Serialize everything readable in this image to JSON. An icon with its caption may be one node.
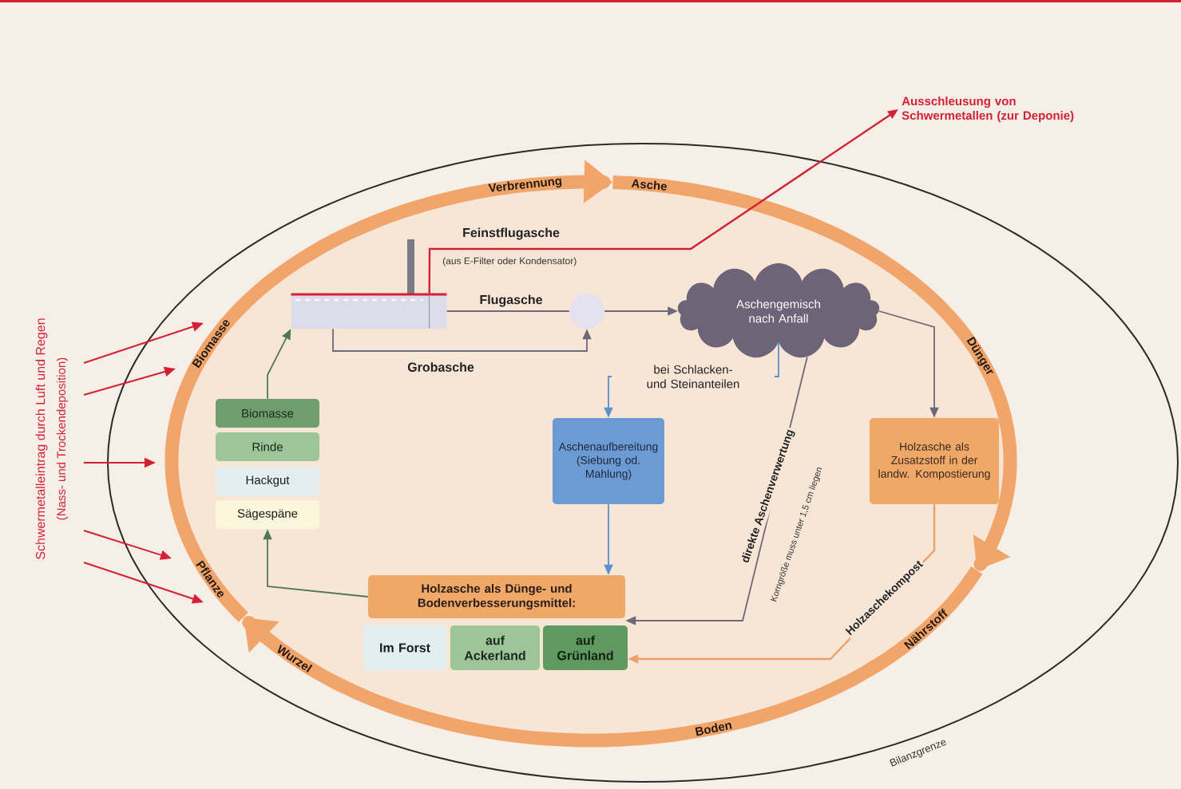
{
  "diagram": {
    "nodes": [
      {
        "text": [],
        "shape": "box"
      },
      {
        "text": [
          "Ausschleusung von Schwermetallen (zur Deponie)"
        ]
      },
      {
        "text": [],
        "shape": "circle"
      },
      {
        "text": [
          "Aschengemisch nach Anfall"
        ]
      },
      {
        "text": [
          "Aschenaufbereitung (Siebung od. Mahlung)"
        ]
      },
      {
        "text": [
          "Holzasche als Zusatzstoff in der landw. Kompostierung"
        ]
      },
      {
        "text": [
          "Biomasse"
        ]
      },
      {
        "text": [
          "Rinde"
        ]
      },
      {
        "text": [
          "Hackgut"
        ]
      },
      {
        "text": [
          "Sägespäne"
        ]
      },
      {
        "text": [
          "Holzasche als Dünge- und Bodenverbesserungsmittel:"
        ]
      },
      {
        "text": [
          "Im Forst"
        ]
      },
      {
        "text": [
          "auf Ackerland"
        ]
      },
      {
        "text": [
          "auf Grünland"
        ]
      }
    ],
    "edges": [
      {
        "from": 0,
        "to": 1,
        "arrow": "to",
        "label": "Feinstflugasche",
        "color": "#d42035"
      },
      {
        "from": 0,
        "to": 2,
        "arrow": "none",
        "label": "Flugasche"
      },
      {
        "from": 0,
        "to": 2,
        "arrow": "to",
        "label": "Grobasche"
      },
      {
        "from": 2,
        "to": 3,
        "arrow": "to"
      },
      {
        "from": 3,
        "to": 4,
        "arrow": "to",
        "label": "bei Schlacken- und Steinanteilen",
        "color": "#5b8fd0"
      },
      {
        "from": 4,
        "to": 10,
        "arrow": "to",
        "color": "#5b8fd0"
      },
      {
        "from": 3,
        "to": 10,
        "arrow": "to",
        "label": "direkte Aschenverwertung"
      },
      {
        "from": 3,
        "to": 5,
        "arrow": "to"
      },
      {
        "from": 5,
        "to": 13,
        "arrow": "to",
        "label": "Holzaschekompost",
        "color": "#eda06a"
      },
      {
        "from": 10,
        "to": 9,
        "arrow": "to",
        "color": "#4f7a50"
      },
      {
        "from": 6,
        "to": 0,
        "arrow": "to",
        "color": "#4f7a50"
      }
    ],
    "labels": [
      "Verbrennung",
      "Asche",
      "(aus E-Filter oder Kondensator)",
      "Schwermetalleintrag durch Luft und Regen",
      "(Nass- und Trockendeposition)",
      "Biomasse",
      "Dünger",
      "Korngröße muss unter 1,5 cm liegen",
      "Pflanze",
      "Nährstoff",
      "Wurzel",
      "Boden",
      "Bilanzgrenze"
    ]
  }
}
